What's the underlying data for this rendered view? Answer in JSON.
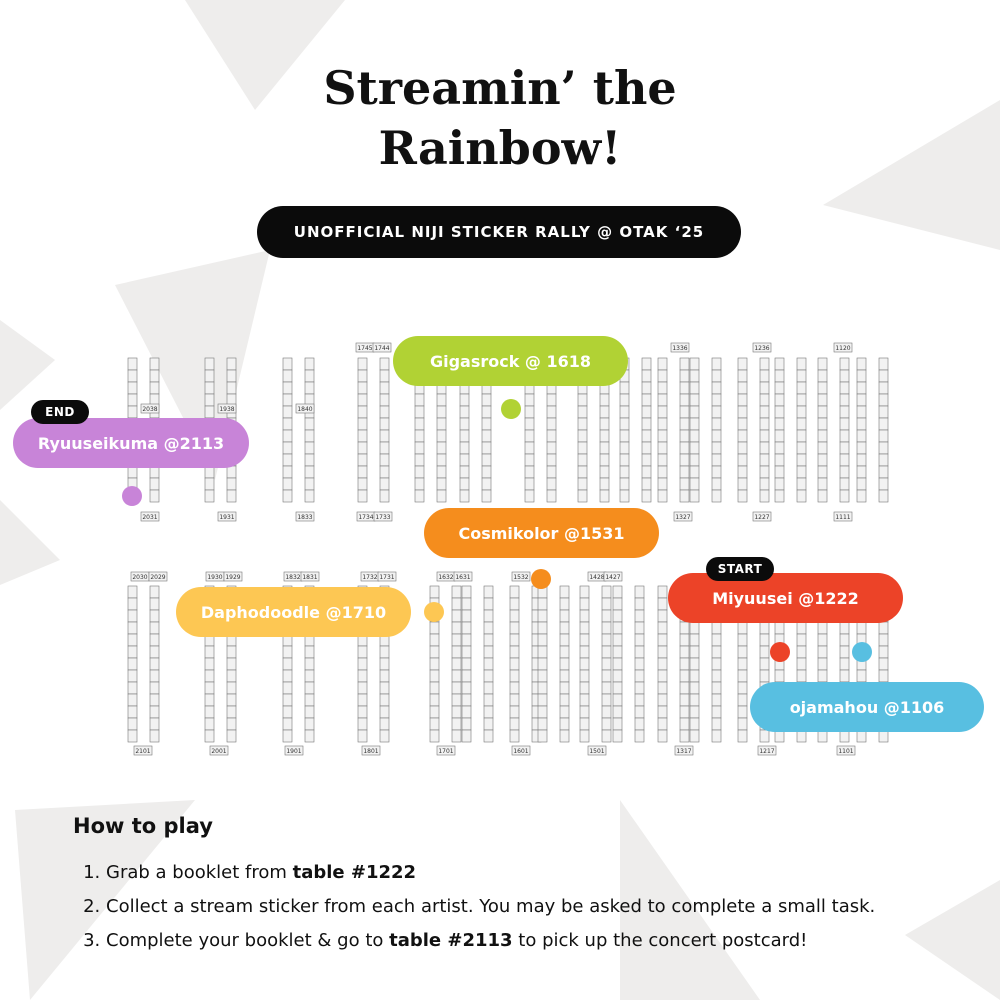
{
  "colors": {
    "background": "#ffffff",
    "triangles": "#eeedec",
    "header_pill": "#0b0b0b",
    "booth": "#f2f2f2",
    "booth_border": "#777777"
  },
  "title_line1": "Streamin’ the",
  "title_line2": "Rainbow!",
  "subtitle": "UNOFFICIAL NIJI STICKER RALLY @ OTAK ‘25",
  "tags": {
    "end": "END",
    "start": "START"
  },
  "artists": [
    {
      "id": "gigasrock",
      "label": "Gigasrock @ 1618",
      "color": "#b1d234"
    },
    {
      "id": "ryuuseikuma",
      "label": "Ryuuseikuma @2113",
      "color": "#c884d8"
    },
    {
      "id": "cosmikolor",
      "label": "Cosmikolor @1531",
      "color": "#f58d1d"
    },
    {
      "id": "daphodoodle",
      "label": "Daphodoodle @1710",
      "color": "#fdc753"
    },
    {
      "id": "miyuusei",
      "label": "Miyuusei @1222",
      "color": "#ec4328"
    },
    {
      "id": "ojamahou",
      "label": "ojamahou @1106",
      "color": "#58bfe1"
    }
  ],
  "aisle_labels": [
    "1745",
    "1744",
    "2038",
    "1938",
    "1840",
    "1336",
    "1236",
    "1120",
    "2031",
    "1931",
    "1833",
    "1734",
    "1733",
    "1327",
    "1227",
    "1111",
    "2030",
    "2029",
    "1930",
    "1929",
    "1832",
    "1831",
    "1732",
    "1731",
    "1632",
    "1631",
    "1532",
    "1428",
    "1427",
    "2101",
    "2001",
    "1901",
    "1801",
    "1701",
    "1601",
    "1501",
    "1317",
    "1217",
    "1101"
  ],
  "howto": {
    "title": "How to play",
    "steps": [
      {
        "pre": "Grab a booklet from ",
        "bold": "table #1222",
        "post": ""
      },
      {
        "pre": "Collect a stream sticker from each artist. You may be asked to complete a small task.",
        "bold": "",
        "post": ""
      },
      {
        "pre": "Complete your booklet & go to ",
        "bold": "table #2113",
        "post": " to pick up the concert postcard!"
      }
    ]
  }
}
